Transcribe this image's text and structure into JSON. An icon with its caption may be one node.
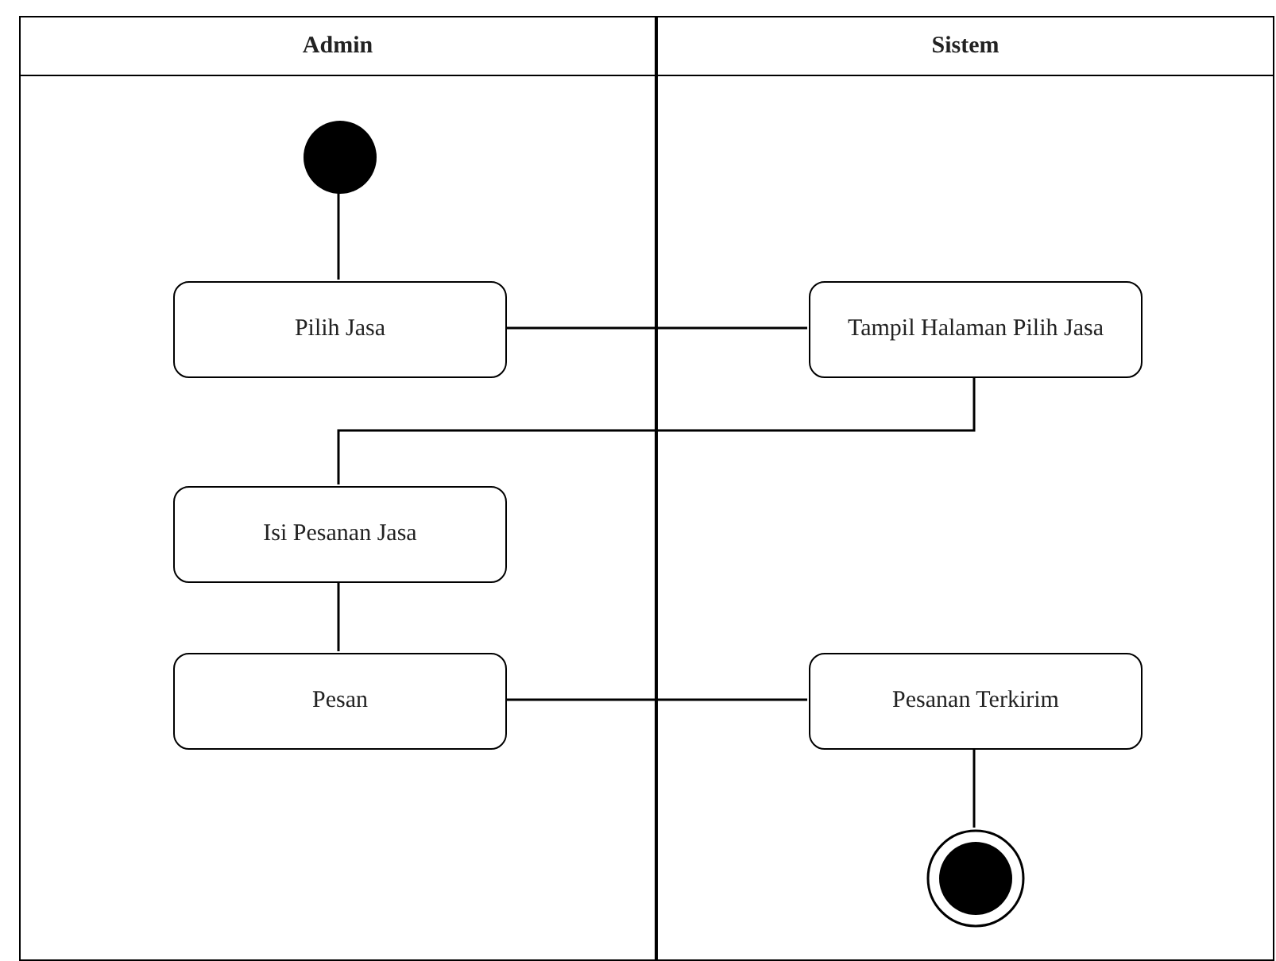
{
  "diagram": {
    "nodes": [
      {
        "text": [
          "Admin"
        ]
      },
      {
        "text": [
          "Sistem"
        ]
      },
      {
        "text": [],
        "shape": "circle",
        "in": 0
      },
      {
        "text": [
          "Pilih Jasa"
        ],
        "in": 0
      },
      {
        "text": [
          "Tampil Halaman Pilih Jasa"
        ],
        "in": 1
      },
      {
        "text": [
          "Isi Pesanan Jasa"
        ],
        "in": 0
      },
      {
        "text": [
          "Pesan"
        ],
        "in": 0
      },
      {
        "text": [
          "Pesanan Terkirim"
        ],
        "in": 1
      },
      {
        "text": [],
        "shape": "bullseye",
        "in": 1
      }
    ],
    "edges": [
      {
        "from": 2,
        "to": 3,
        "arrow": "none"
      },
      {
        "from": 3,
        "to": 4,
        "arrow": "none"
      },
      {
        "from": 4,
        "to": 5,
        "arrow": "none"
      },
      {
        "from": 5,
        "to": 6,
        "arrow": "none"
      },
      {
        "from": 6,
        "to": 7,
        "arrow": "none"
      },
      {
        "from": 7,
        "to": 8,
        "arrow": "none"
      }
    ]
  }
}
